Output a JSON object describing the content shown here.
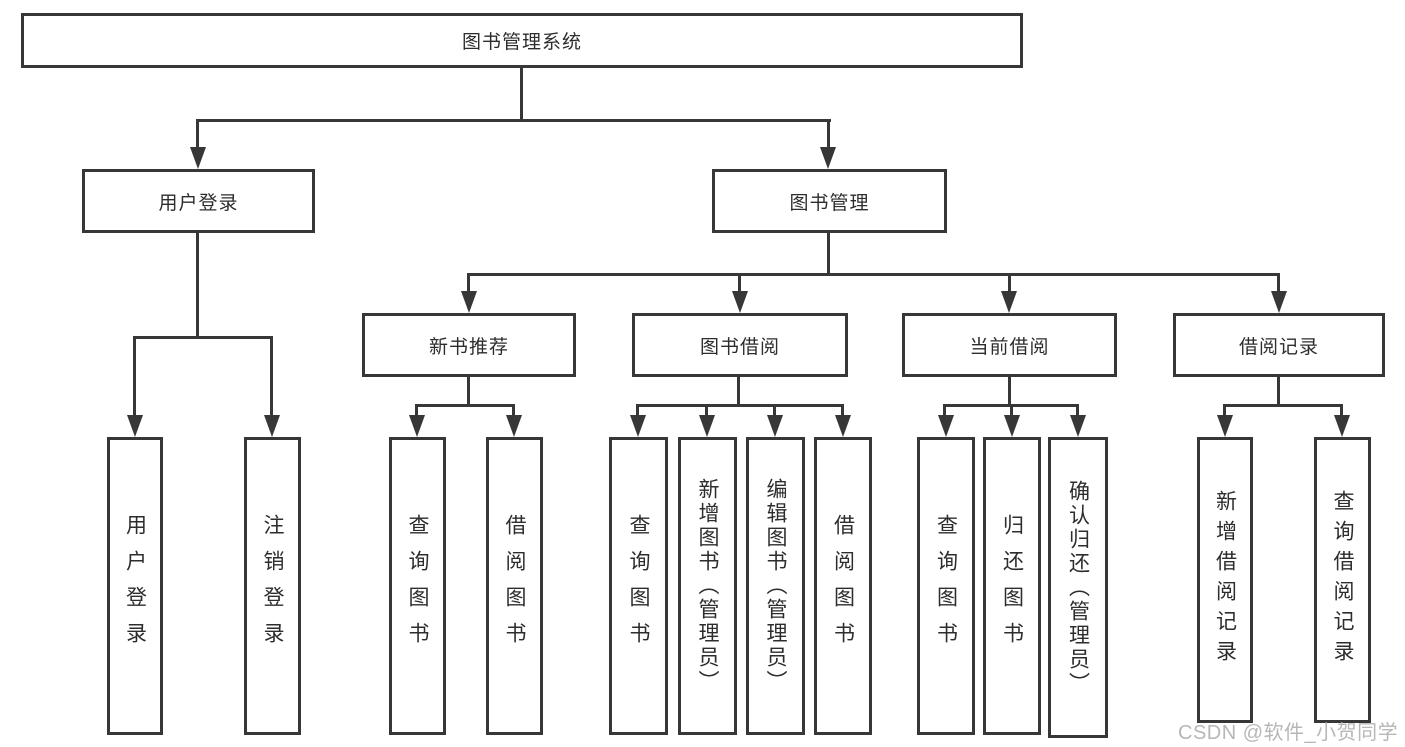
{
  "tree": {
    "label": "图书管理系统",
    "children": [
      {
        "label": "用户登录",
        "children": [
          {
            "label": "用户登录"
          },
          {
            "label": "注销登录"
          }
        ]
      },
      {
        "label": "图书管理",
        "children": [
          {
            "label": "新书推荐",
            "children": [
              {
                "label": "查询图书"
              },
              {
                "label": "借阅图书"
              }
            ]
          },
          {
            "label": "图书借阅",
            "children": [
              {
                "label": "查询图书"
              },
              {
                "label": "新增图书（管理员）"
              },
              {
                "label": "编辑图书（管理员）"
              },
              {
                "label": "借阅图书"
              }
            ]
          },
          {
            "label": "当前借阅",
            "children": [
              {
                "label": "查询图书"
              },
              {
                "label": "归还图书"
              },
              {
                "label": "确认归还（管理员）"
              }
            ]
          },
          {
            "label": "借阅记录",
            "children": [
              {
                "label": "新增借阅记录"
              },
              {
                "label": "查询借阅记录"
              }
            ]
          }
        ]
      }
    ]
  },
  "watermark": "CSDN @软件_小贺同学",
  "colors": {
    "line": "#373737",
    "text": "#2d2d2d",
    "watermark": "#b7b7b7",
    "background": "#ffffff"
  }
}
